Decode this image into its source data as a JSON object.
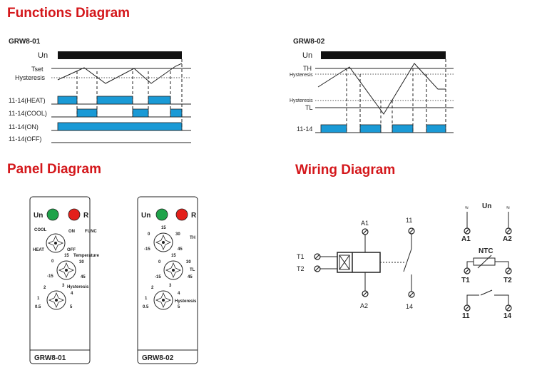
{
  "headings": {
    "functions": "Functions Diagram",
    "panel": "Panel Diagram",
    "wiring": "Wiring Diagram"
  },
  "functions": {
    "left": {
      "model": "GRW8-01",
      "un": "Un",
      "tset": "Tset",
      "hysteresis": "Hysteresis",
      "rows": [
        "11-14(HEAT)",
        "11-14(COOL)",
        "11-14(ON)",
        "11-14(OFF)"
      ]
    },
    "right": {
      "model": "GRW8-02",
      "un": "Un",
      "th": "TH",
      "hysteresis_top": "Hysteresis",
      "hysteresis_bottom": "Hysteresis",
      "tl": "TL",
      "row": "11-14"
    }
  },
  "panel": {
    "left": {
      "model": "GRW8-01",
      "un": "Un",
      "r": "R",
      "func_knob": {
        "cool": "COOL",
        "on": "ON",
        "func": "FUNC",
        "heat": "HEAT",
        "off": "OFF"
      },
      "temp_knob": {
        "t1": "15",
        "t2": "30",
        "t3": "0",
        "t4": "45",
        "t5": "-15",
        "label": "Temperature"
      },
      "hyst_knob": {
        "t1": "2",
        "t2": "3",
        "t3": "1",
        "t4": "4",
        "t5": "0.5",
        "t6": "5",
        "label": "Hysteresis"
      }
    },
    "right": {
      "model": "GRW8-02",
      "un": "Un",
      "r": "R",
      "th_knob": {
        "t1": "15",
        "t2": "0",
        "t3": "30",
        "t4": "-15",
        "t5": "45",
        "label": "TH"
      },
      "tl_knob": {
        "t1": "15",
        "t2": "0",
        "t3": "30",
        "t4": "-15",
        "t5": "45",
        "label": "TL"
      },
      "hyst_knob": {
        "t1": "2",
        "t2": "3",
        "t3": "1",
        "t4": "4",
        "t5": "0.5",
        "t6": "5",
        "label": "Hysteresis"
      }
    }
  },
  "wiring": {
    "a1": "A1",
    "a2": "A2",
    "t1": "T1",
    "t2": "T2",
    "c11": "11",
    "c14": "14",
    "terminals": {
      "tilde1": "≈",
      "tilde2": "≈",
      "un": "Un",
      "a1": "A1",
      "a2": "A2",
      "ntc": "NTC",
      "t1": "T1",
      "t2": "T2",
      "c11": "11",
      "c14": "14"
    }
  },
  "colors": {
    "heading": "#d4171b",
    "relay": "#1a9ad6",
    "led_green": "#1fa34a",
    "led_red": "#e3201b"
  }
}
